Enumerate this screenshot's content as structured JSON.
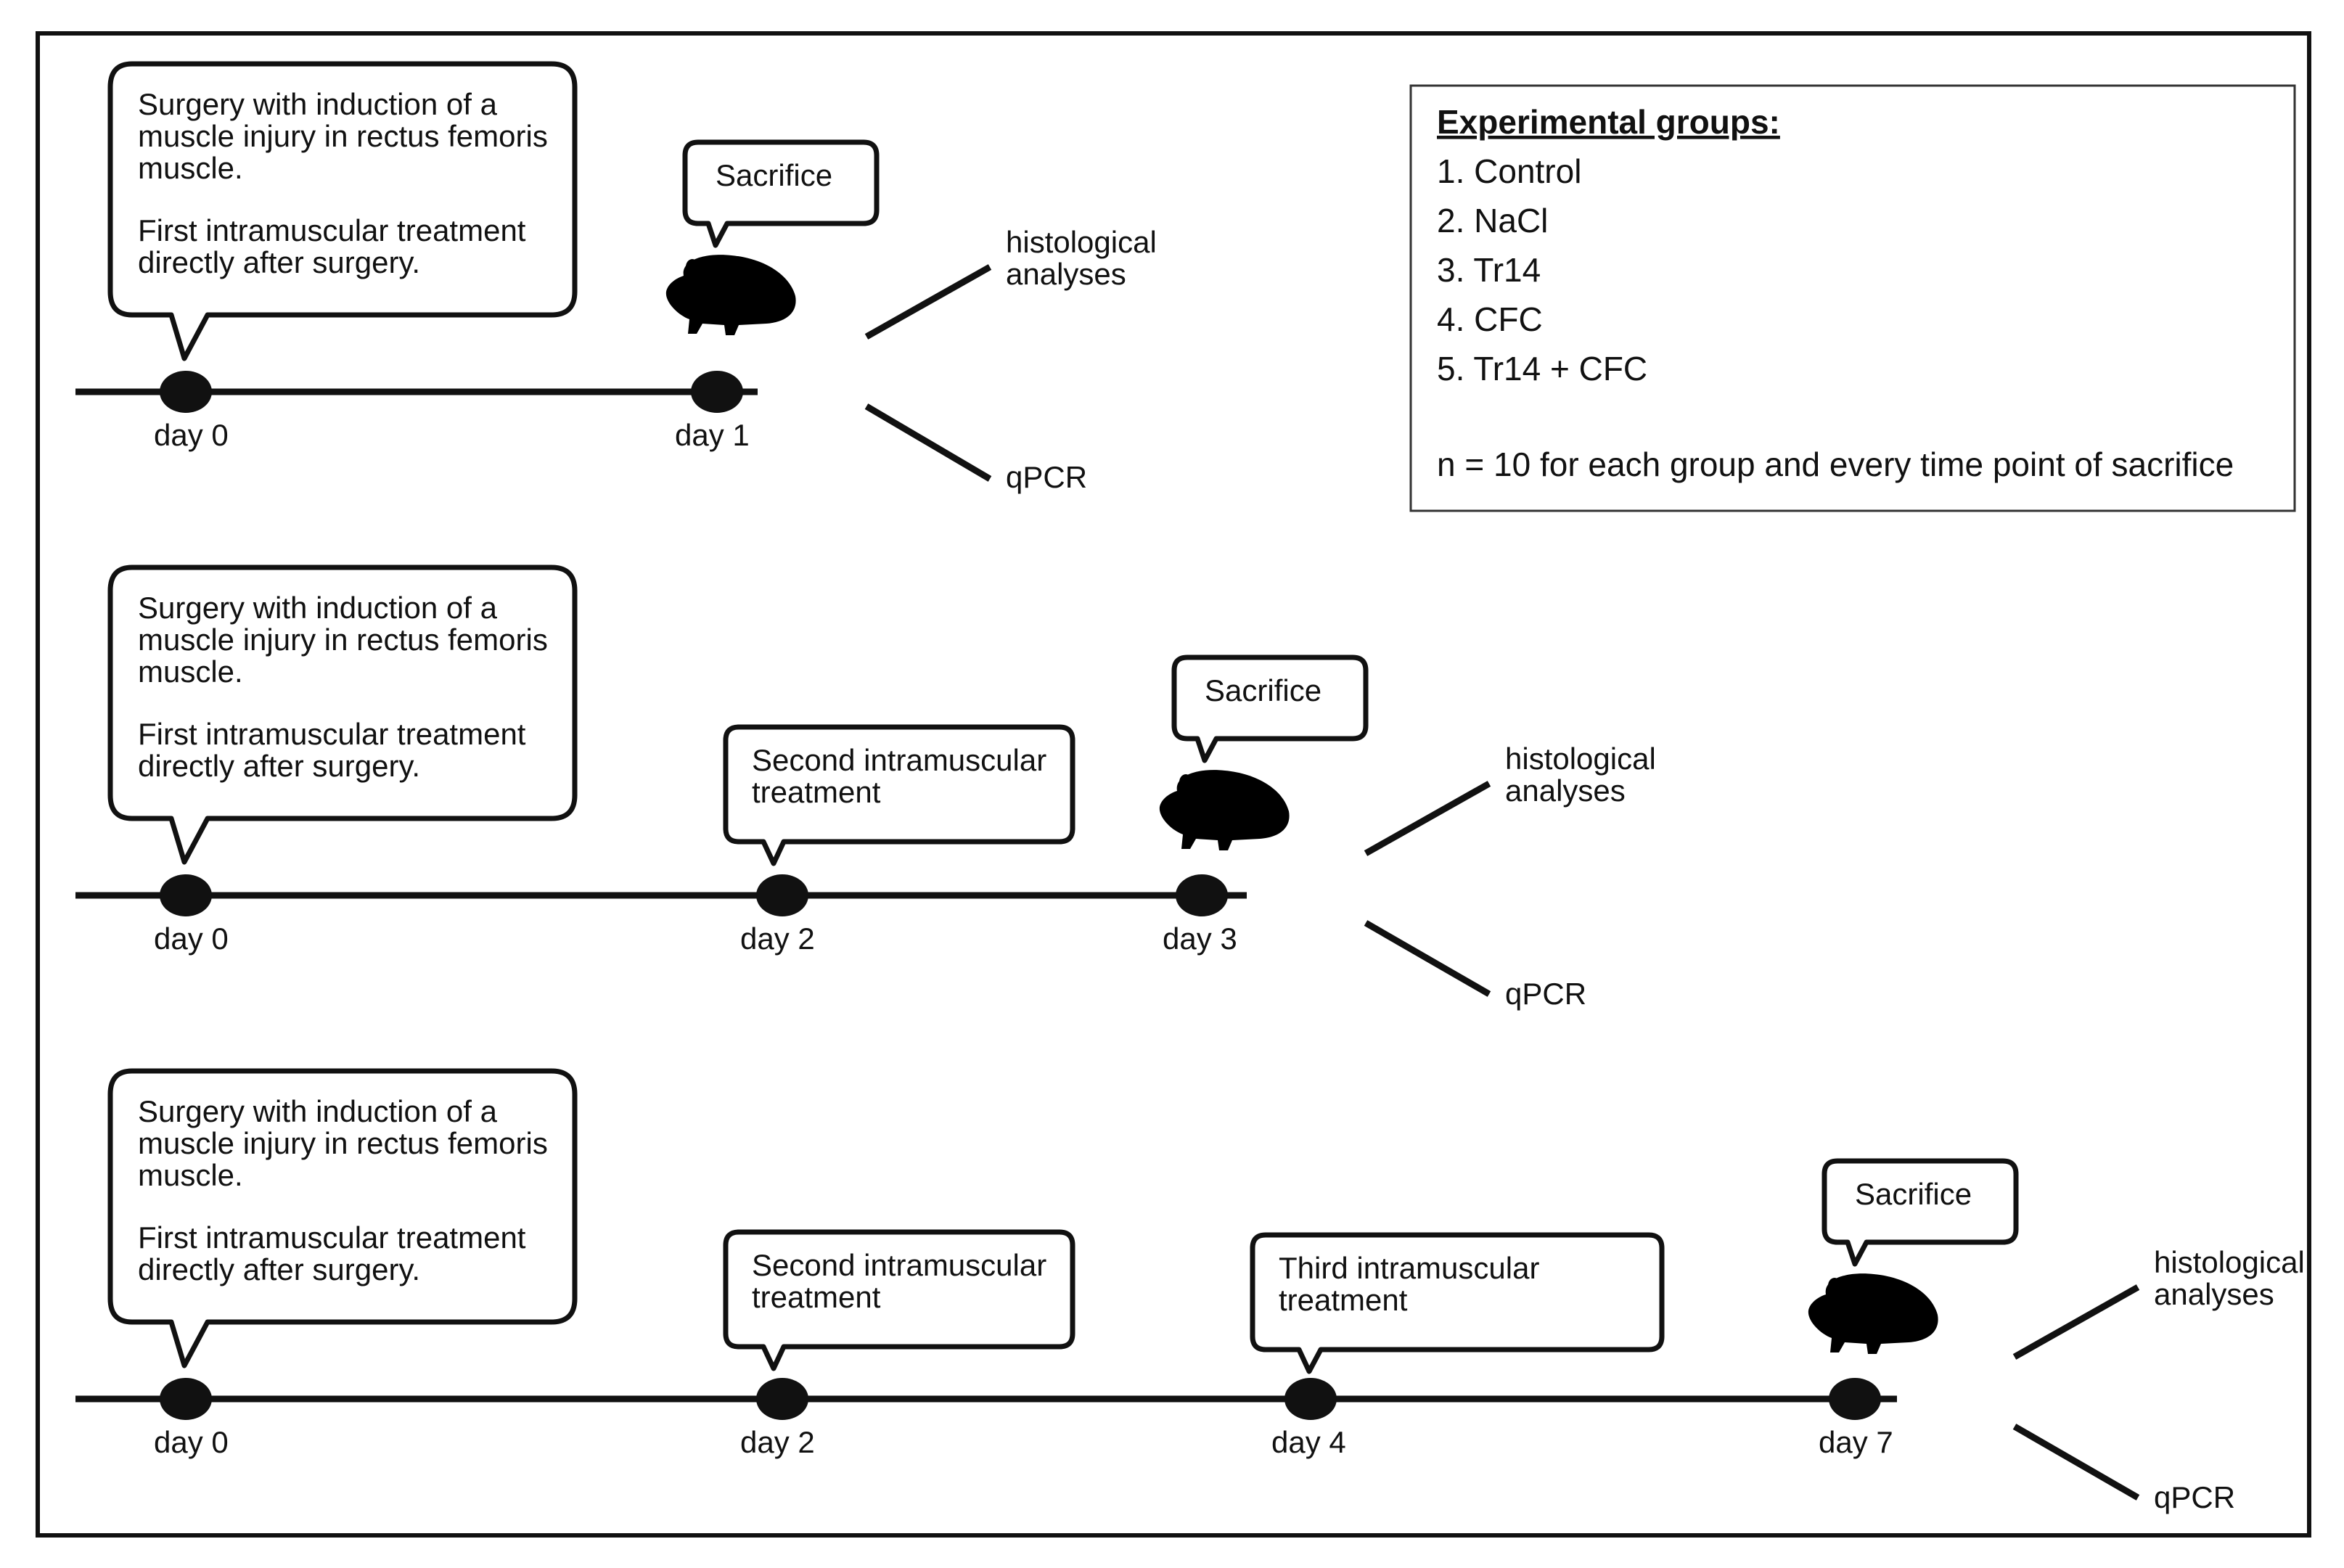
{
  "groups": {
    "heading": "Experimental groups:",
    "items": [
      "1. Control",
      "2. NaCl",
      "3. Tr14",
      "4. CFC",
      "5. Tr14 + CFC"
    ],
    "note": "n = 10 for each group and every time point of sacrifice"
  },
  "timelines": [
    {
      "surgery": [
        "Surgery with induction of a",
        "muscle injury in rectus femoris",
        "muscle.",
        "First intramuscular treatment",
        "directly after surgery."
      ],
      "sacrifice": "Sacrifice",
      "days": [
        "day 0",
        "day 1"
      ],
      "outcomes": {
        "histo": [
          "histological",
          "analyses"
        ],
        "qpcr": "qPCR"
      }
    },
    {
      "surgery": [
        "Surgery with induction of a",
        "muscle injury in rectus femoris",
        "muscle.",
        "First intramuscular treatment",
        "directly after surgery."
      ],
      "second": [
        "Second intramuscular",
        "treatment"
      ],
      "sacrifice": "Sacrifice",
      "days": [
        "day 0",
        "day 2",
        "day 3"
      ],
      "outcomes": {
        "histo": [
          "histological",
          "analyses"
        ],
        "qpcr": "qPCR"
      }
    },
    {
      "surgery": [
        "Surgery with induction of a",
        "muscle injury in rectus femoris",
        "muscle.",
        "First intramuscular treatment",
        "directly after surgery."
      ],
      "second": [
        "Second intramuscular",
        "treatment"
      ],
      "third": [
        "Third intramuscular",
        "treatment"
      ],
      "sacrifice": "Sacrifice",
      "days": [
        "day 0",
        "day 2",
        "day 4",
        "day 7"
      ],
      "outcomes": {
        "histo": [
          "histological",
          "analyses"
        ],
        "qpcr": "qPCR"
      }
    }
  ]
}
